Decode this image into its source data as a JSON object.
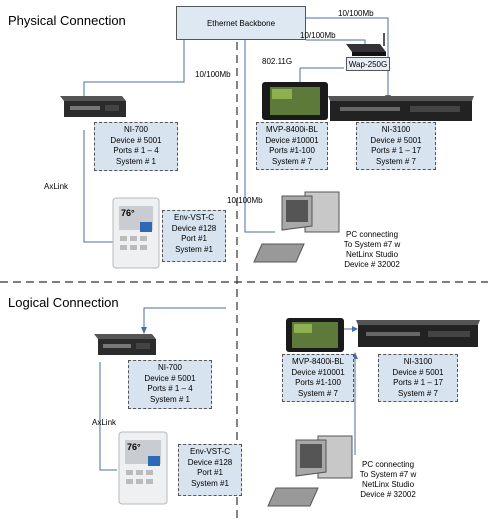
{
  "physical": {
    "title": "Physical Connection",
    "backbone": "Ethernet Backbone",
    "wap_label": "Wap-250G",
    "wifi_label": "802.11G",
    "links": {
      "top": "10/100Mb",
      "wap": "10/100Mb",
      "ni700": "10/100Mb",
      "pc": "10/100Mb",
      "axlink": "AxLink"
    },
    "ni700": [
      "NI-700",
      "Device # 5001",
      "Ports # 1 – 4",
      "System # 1"
    ],
    "mvp": [
      "MVP-8400i-BL",
      "Device #10001",
      "Ports #1-100",
      "System # 7"
    ],
    "ni3100": [
      "NI-3100",
      "Device # 5001",
      "Ports # 1 – 17",
      "System # 7"
    ],
    "env": [
      "Env-VST-C",
      "Device #128",
      "Port #1",
      "System #1"
    ],
    "pc": [
      "PC connecting",
      "To System #7 w",
      "NetLinx Studio",
      "Device # 32002"
    ],
    "thermostat_value": "76°"
  },
  "logical": {
    "title": "Logical Connection",
    "links": {
      "axlink": "AxLink"
    },
    "ni700": [
      "NI-700",
      "Device # 5001",
      "Ports # 1 – 4",
      "System # 1"
    ],
    "mvp": [
      "MVP-8400i-BL",
      "Device #10001",
      "Ports #1-100",
      "System # 7"
    ],
    "ni3100": [
      "NI-3100",
      "Device # 5001",
      "Ports # 1 – 17",
      "System # 7"
    ],
    "env": [
      "Env-VST-C",
      "Device #128",
      "Port #1",
      "System #1"
    ],
    "pc": [
      "PC connecting",
      "To System #7 w",
      "NetLinx Studio",
      "Device # 32002"
    ],
    "thermostat_value": "76°"
  },
  "colors": {
    "link": "#4a6fa5",
    "box": "#d7e3ef",
    "divider": "#333333"
  }
}
